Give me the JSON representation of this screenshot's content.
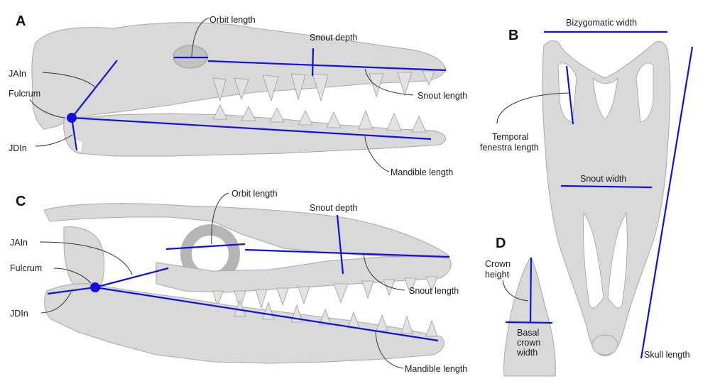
{
  "figure": {
    "panels": {
      "A": {
        "letter": "A",
        "labels": {
          "orbit_length": "Orbit length",
          "snout_depth": "Snout depth",
          "jaln": "JAIn",
          "fulcrum": "Fulcrum",
          "jdln": "JDIn",
          "snout_length": "Snout length",
          "mandible_length": "Mandible length"
        }
      },
      "B": {
        "letter": "B",
        "labels": {
          "bizygomatic_width": "Bizygomatic width",
          "temporal_fenestra_line1": "Temporal",
          "temporal_fenestra_line2": "fenestra length",
          "snout_width": "Snout width",
          "skull_length": "Skull length"
        }
      },
      "C": {
        "letter": "C",
        "labels": {
          "orbit_length": "Orbit length",
          "snout_depth": "Snout depth",
          "jaln": "JAIn",
          "fulcrum": "Fulcrum",
          "jdln": "JDIn",
          "snout_length": "Snout length",
          "mandible_length": "Mandible length"
        }
      },
      "D": {
        "letter": "D",
        "labels": {
          "crown_height_line1": "Crown",
          "crown_height_line2": "height",
          "basal_line1": "Basal",
          "basal_line2": "crown",
          "basal_line3": "width"
        }
      }
    },
    "colors": {
      "measurement_line": "#1010e0",
      "bone": "#d9d9d9",
      "text": "#1a1a1a"
    }
  }
}
